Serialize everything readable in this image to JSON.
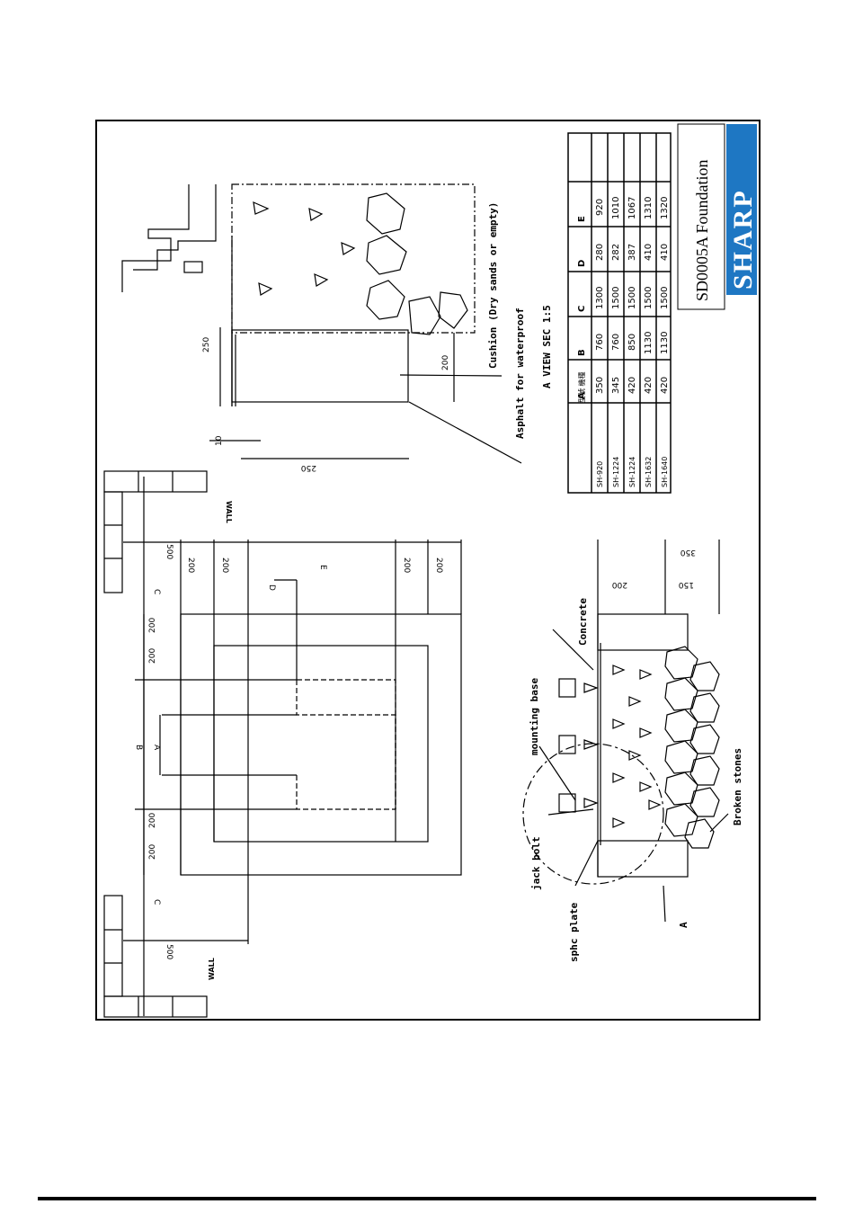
{
  "title_block": {
    "doc_title": "SD0005A Foundation",
    "logo": "SHARP",
    "brand_color": "#1e77c3"
  },
  "plan": {
    "wall_label_top": "WALL",
    "wall_label_bottom": "WALL",
    "dim_C_top": "C",
    "dim_C_bottom": "C",
    "dim_B": "B",
    "dim_A": "A",
    "dim_E": "E",
    "dim_D": "D",
    "dim_500_top": "500",
    "dim_500_bottom": "500",
    "dim_200_labels": [
      "200",
      "200",
      "200",
      "200",
      "200",
      "200",
      "200",
      "200"
    ]
  },
  "section_a_detail": {
    "dim_250_top": "250",
    "dim_250_bottom": "250",
    "dim_10": "10",
    "dim_200": "200",
    "cushion_label": "Cushion (Dry sands or empty)",
    "asphalt_label": "Asphalt for waterproof",
    "view_caption": "A VIEW SEC 1:5"
  },
  "section": {
    "concrete": "Concrete",
    "mounting_base": "mounting base",
    "jack_bolt": "jack bolt",
    "sphc_plate": "sphc plate",
    "broken_stones": "Broken stones",
    "view_marker": "A",
    "dim_350": "350",
    "dim_200": "200",
    "dim_150": "150"
  },
  "table": {
    "corner_label": "型號 機種",
    "headers": [
      "A",
      "B",
      "C",
      "D",
      "E"
    ],
    "rows": [
      {
        "model": "SH-920",
        "A": "350",
        "B": "760",
        "C": "1300",
        "D": "280",
        "E": "920"
      },
      {
        "model": "SH-1224",
        "A": "345",
        "B": "760",
        "C": "1500",
        "D": "282",
        "E": "1010"
      },
      {
        "model": "SH-1224",
        "A": "420",
        "B": "850",
        "C": "1500",
        "D": "387",
        "E": "1067"
      },
      {
        "model": "SH-1632",
        "A": "420",
        "B": "1130",
        "C": "1500",
        "D": "410",
        "E": "1310"
      },
      {
        "model": "SH-1640",
        "A": "420",
        "B": "1130",
        "C": "1500",
        "D": "410",
        "E": "1320"
      }
    ]
  }
}
